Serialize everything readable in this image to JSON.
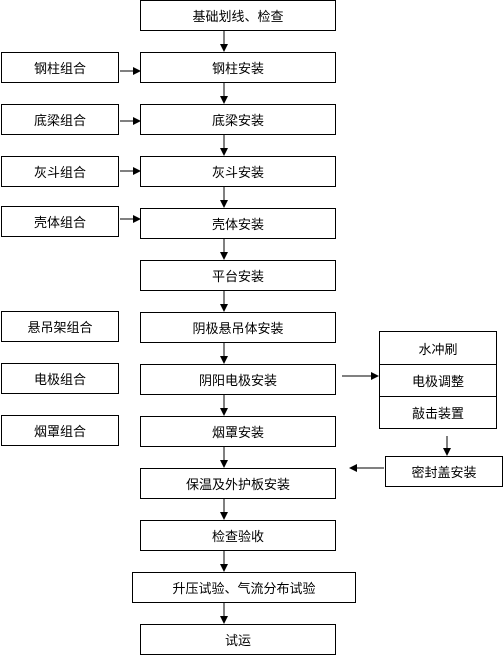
{
  "main_steps": [
    "基础划线、检查",
    "钢柱安装",
    "底梁安装",
    "灰斗安装",
    "壳体安装",
    "平台安装",
    "阴极悬吊体安装",
    "阴阳电极安装",
    "烟罩安装",
    "保温及外护板安装",
    "检查验收",
    "升压试验、气流分布试验",
    "试运"
  ],
  "side_assemblies": [
    "钢柱组合",
    "底梁组合",
    "灰斗组合",
    "壳体组合",
    "悬吊架组合",
    "电极组合",
    "烟罩组合"
  ],
  "electrode_tasks": [
    "水冲刷",
    "电极调整",
    "敲击装置"
  ],
  "seal_cover": "密封盖安装"
}
